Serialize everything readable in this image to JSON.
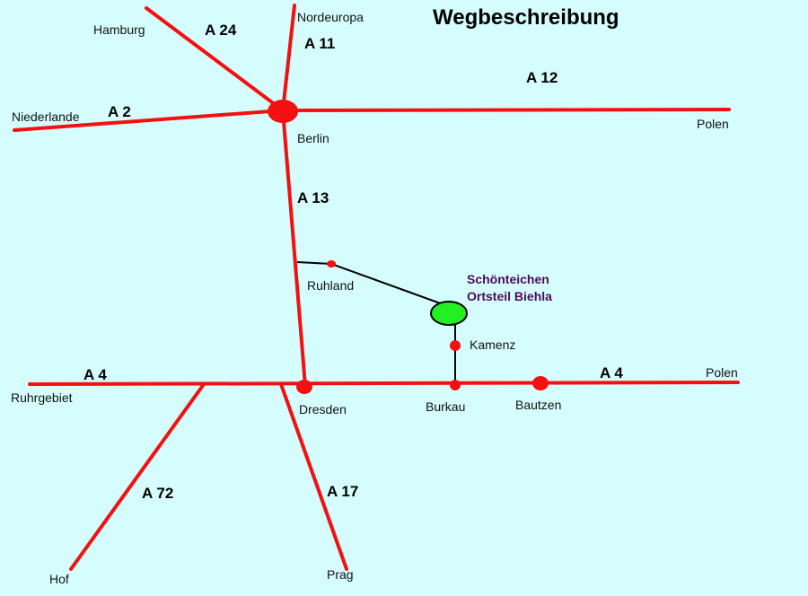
{
  "title": "Wegbeschreibung",
  "highways": {
    "a24": "A 24",
    "a11": "A 11",
    "a12": "A 12",
    "a2": "A 2",
    "a13": "A 13",
    "a4_west": "A 4",
    "a4_east": "A 4",
    "a72": "A 72",
    "a17": "A 17"
  },
  "places": {
    "hamburg": "Hamburg",
    "nordeuropa": "Nordeuropa",
    "niederlande": "Niederlande",
    "berlin": "Berlin",
    "polen_north": "Polen",
    "ruhland": "Ruhland",
    "kamenz": "Kamenz",
    "ruhrgebiet": "Ruhrgebiet",
    "dresden": "Dresden",
    "burkau": "Burkau",
    "bautzen": "Bautzen",
    "polen_east": "Polen",
    "hof": "Hof",
    "prag": "Prag"
  },
  "destination": {
    "line1": "Schönteichen",
    "line2": "Ortsteil Biehla"
  },
  "colors": {
    "background": "#d6fdfd",
    "highway": "#f41010",
    "destination_fill": "#22f022",
    "destination_text": "#4b0a5a"
  }
}
